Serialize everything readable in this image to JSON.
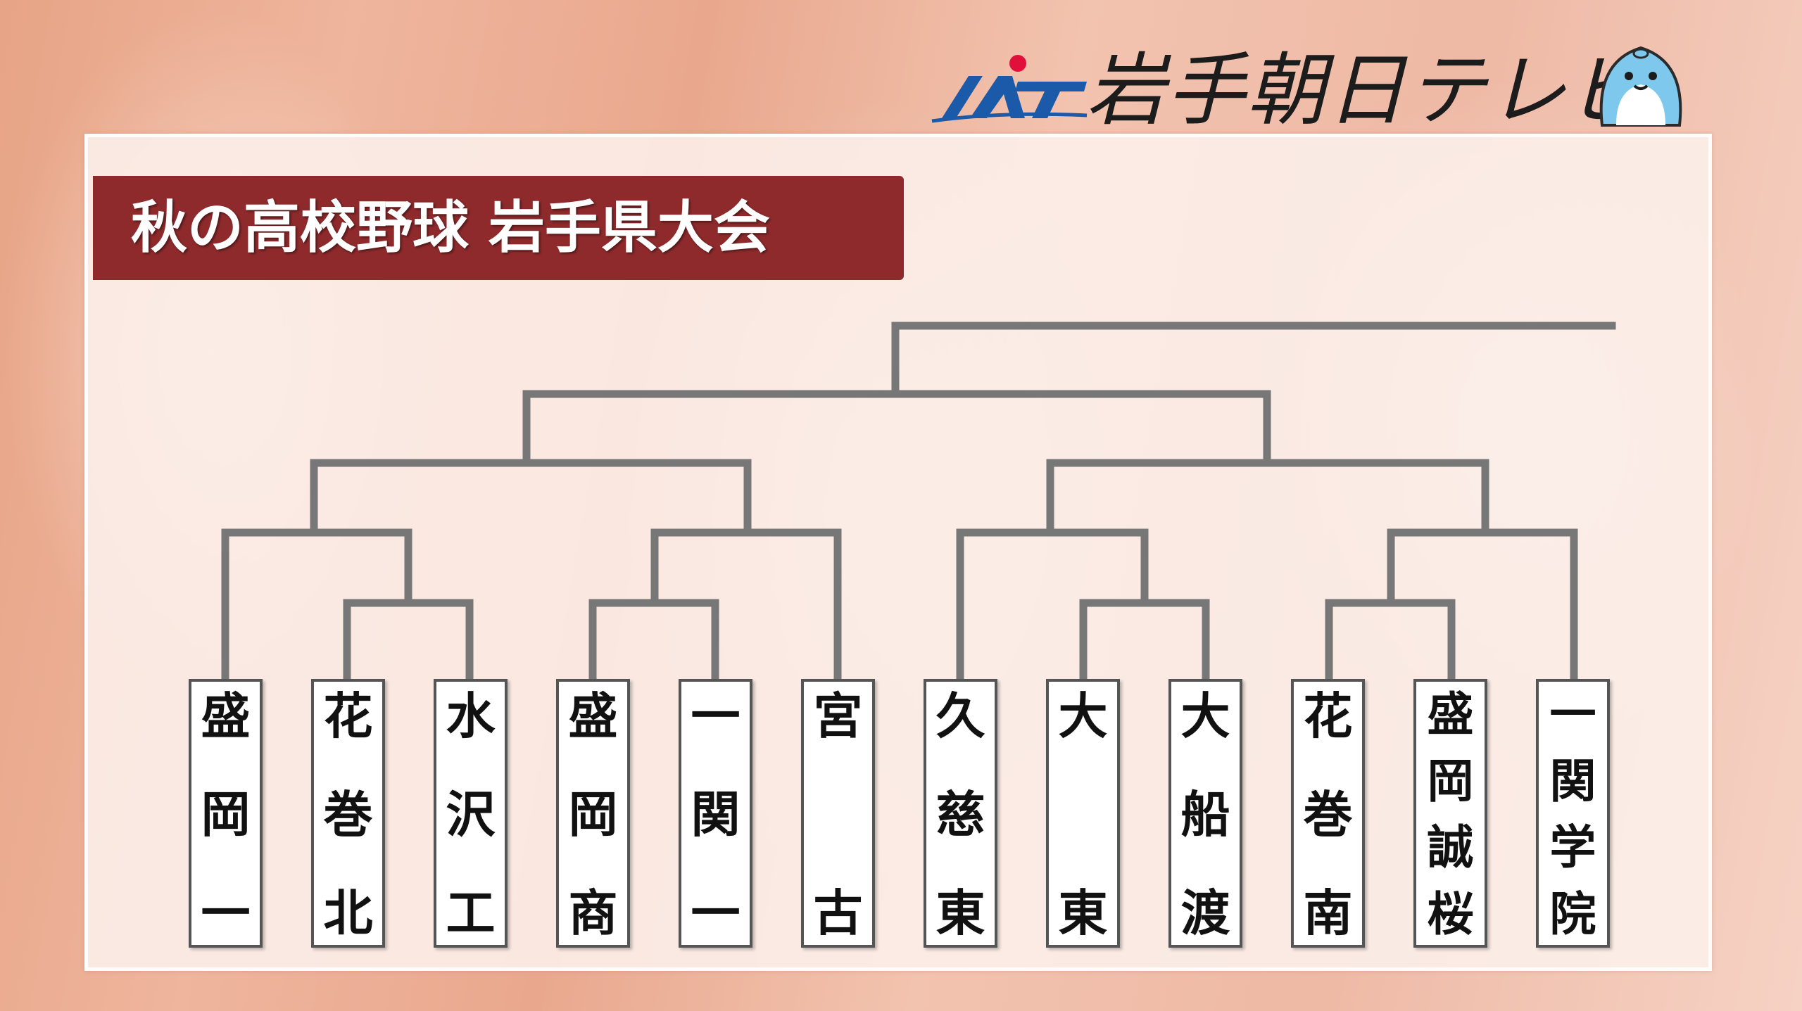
{
  "header": {
    "logo_mark": "IAT",
    "channel_name": "岩手朝日テレビ",
    "mascot_icon": "mascot-icon"
  },
  "title": "秋の高校野球 岩手県大会",
  "colors": {
    "banner": "#8e2a2c",
    "bracket_line": "#777777",
    "logo_blue": "#1a5aa8",
    "logo_red": "#e0103a",
    "mascot_blue": "#7ec8ee"
  },
  "teams": [
    {
      "name": "盛岡一",
      "chars": [
        "盛",
        "岡",
        "一"
      ]
    },
    {
      "name": "花巻北",
      "chars": [
        "花",
        "巻",
        "北"
      ]
    },
    {
      "name": "水沢工",
      "chars": [
        "水",
        "沢",
        "工"
      ]
    },
    {
      "name": "盛岡商",
      "chars": [
        "盛",
        "岡",
        "商"
      ]
    },
    {
      "name": "一関一",
      "chars": [
        "一",
        "関",
        "一"
      ]
    },
    {
      "name": "宮古",
      "chars": [
        "宮",
        "",
        "古"
      ]
    },
    {
      "name": "久慈東",
      "chars": [
        "久",
        "慈",
        "東"
      ]
    },
    {
      "name": "大東",
      "chars": [
        "大",
        "",
        "東"
      ]
    },
    {
      "name": "大船渡",
      "chars": [
        "大",
        "船",
        "渡"
      ]
    },
    {
      "name": "花巻南",
      "chars": [
        "花",
        "巻",
        "南"
      ]
    },
    {
      "name": "盛岡誠桜",
      "chars": [
        "盛",
        "岡",
        "誠",
        "桜"
      ]
    },
    {
      "name": "一関学院",
      "chars": [
        "一",
        "関",
        "学",
        "院"
      ]
    }
  ]
}
